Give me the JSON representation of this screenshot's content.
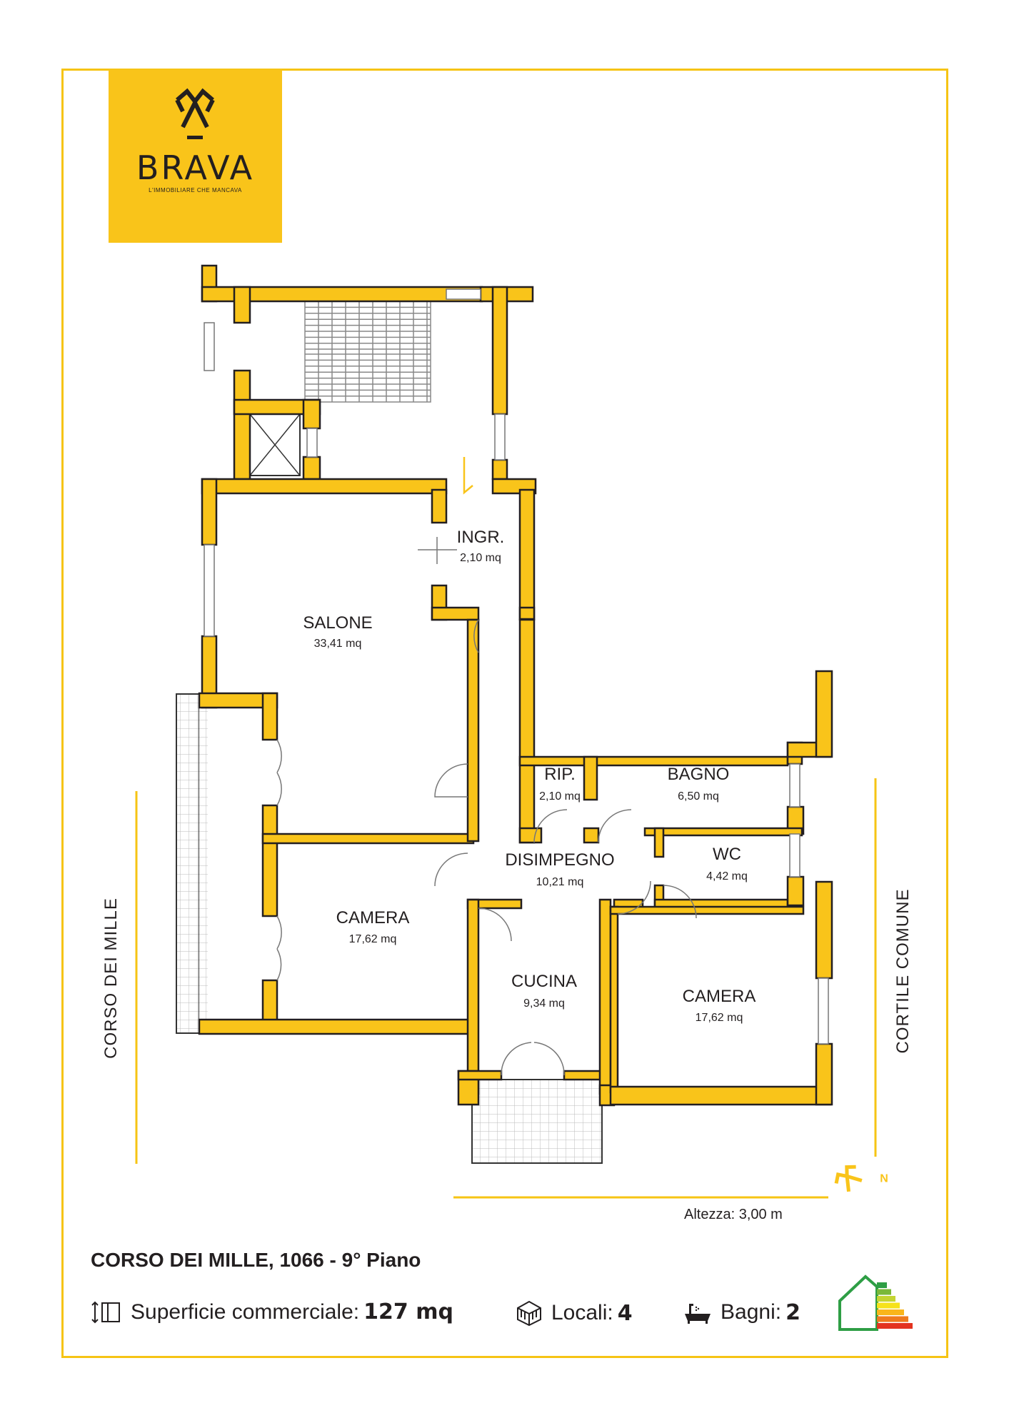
{
  "brand": {
    "name": "BRAVA",
    "tagline": "L'IMMOBILIARE CHE MANCAVA",
    "color": "#f9c41a"
  },
  "plan": {
    "rooms": [
      {
        "name": "INGR.",
        "area": "2,10 mq"
      },
      {
        "name": "SALONE",
        "area": "33,41 mq"
      },
      {
        "name": "RIP.",
        "area": "2,10 mq"
      },
      {
        "name": "BAGNO",
        "area": "6,50 mq"
      },
      {
        "name": "DISIMPEGNO",
        "area": "10,21 mq"
      },
      {
        "name": "WC",
        "area": "4,42 mq"
      },
      {
        "name": "CAMERA",
        "area": "17,62 mq"
      },
      {
        "name": "CUCINA",
        "area": "9,34 mq"
      },
      {
        "name": "CAMERA",
        "area": "17,62 mq"
      }
    ],
    "streets": {
      "left": "CORSO DEI MILLE",
      "right": "CORTILE COMUNE"
    },
    "north_label": "N",
    "height_label": "Altezza: 3,00 m",
    "wall_color": "#f9c41a"
  },
  "listing": {
    "address": "CORSO DEI MILLE, 1066 - 9° Piano",
    "surface_label": "Superficie commerciale:",
    "surface_value": "127 mq",
    "rooms_label": "Locali:",
    "rooms_value": "4",
    "baths_label": "Bagni:",
    "baths_value": "2"
  },
  "energy_class_colors": [
    "#2e9e45",
    "#7ab83a",
    "#c4d432",
    "#f6e21b",
    "#f9b51a",
    "#ee7a1d",
    "#e3331f"
  ]
}
